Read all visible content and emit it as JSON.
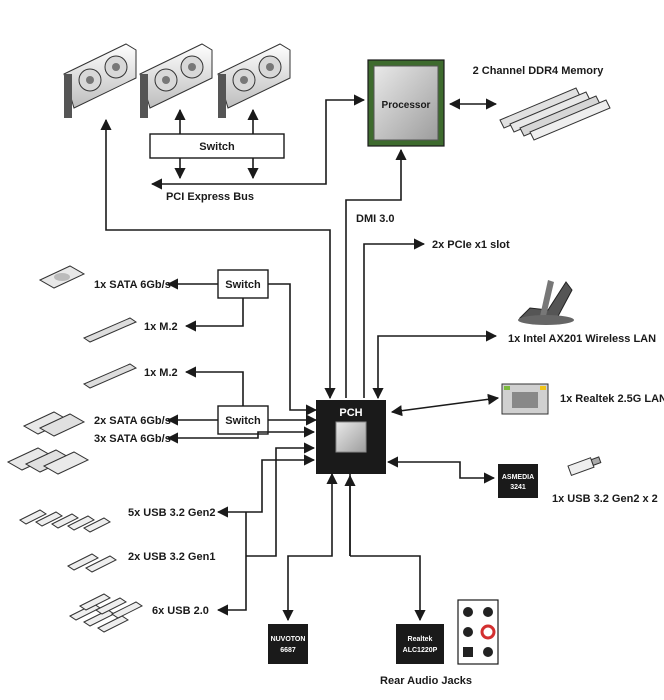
{
  "processor": {
    "label": "Processor"
  },
  "memory": {
    "label": "2 Channel DDR4 Memory"
  },
  "pcie_switch": {
    "label": "Switch"
  },
  "pcie_bus": {
    "label": "PCI Express Bus"
  },
  "dmi": {
    "label": "DMI 3.0"
  },
  "pch": {
    "label": "PCH"
  },
  "pcie_x1": {
    "label": "2x PCIe x1 slot"
  },
  "wifi": {
    "label": "1x Intel AX201 Wireless LAN"
  },
  "lan": {
    "label": "1x Realtek 2.5G LAN"
  },
  "asmedia": {
    "line1": "ASMEDIA",
    "line2": "3241",
    "label": "1x USB 3.2 Gen2 x 2"
  },
  "storage_switch_top": {
    "label": "Switch"
  },
  "storage_switch_bottom": {
    "label": "Switch"
  },
  "left_devices": {
    "sata_1": "1x SATA 6Gb/s",
    "m2_1": "1x M.2",
    "m2_2": "1x M.2",
    "sata_2": "2x SATA 6Gb/s",
    "sata_3": "3x SATA 6Gb/s",
    "usb_gen2": "5x USB 3.2 Gen2",
    "usb_gen1": "2x USB 3.2 Gen1",
    "usb_20": "6x USB 2.0"
  },
  "nuvoton": {
    "line1": "NUVOTON",
    "line2": "6687"
  },
  "realtek_audio": {
    "line1": "Realtek",
    "line2": "ALC1220P"
  },
  "audio_jacks": {
    "label": "Rear Audio Jacks"
  }
}
